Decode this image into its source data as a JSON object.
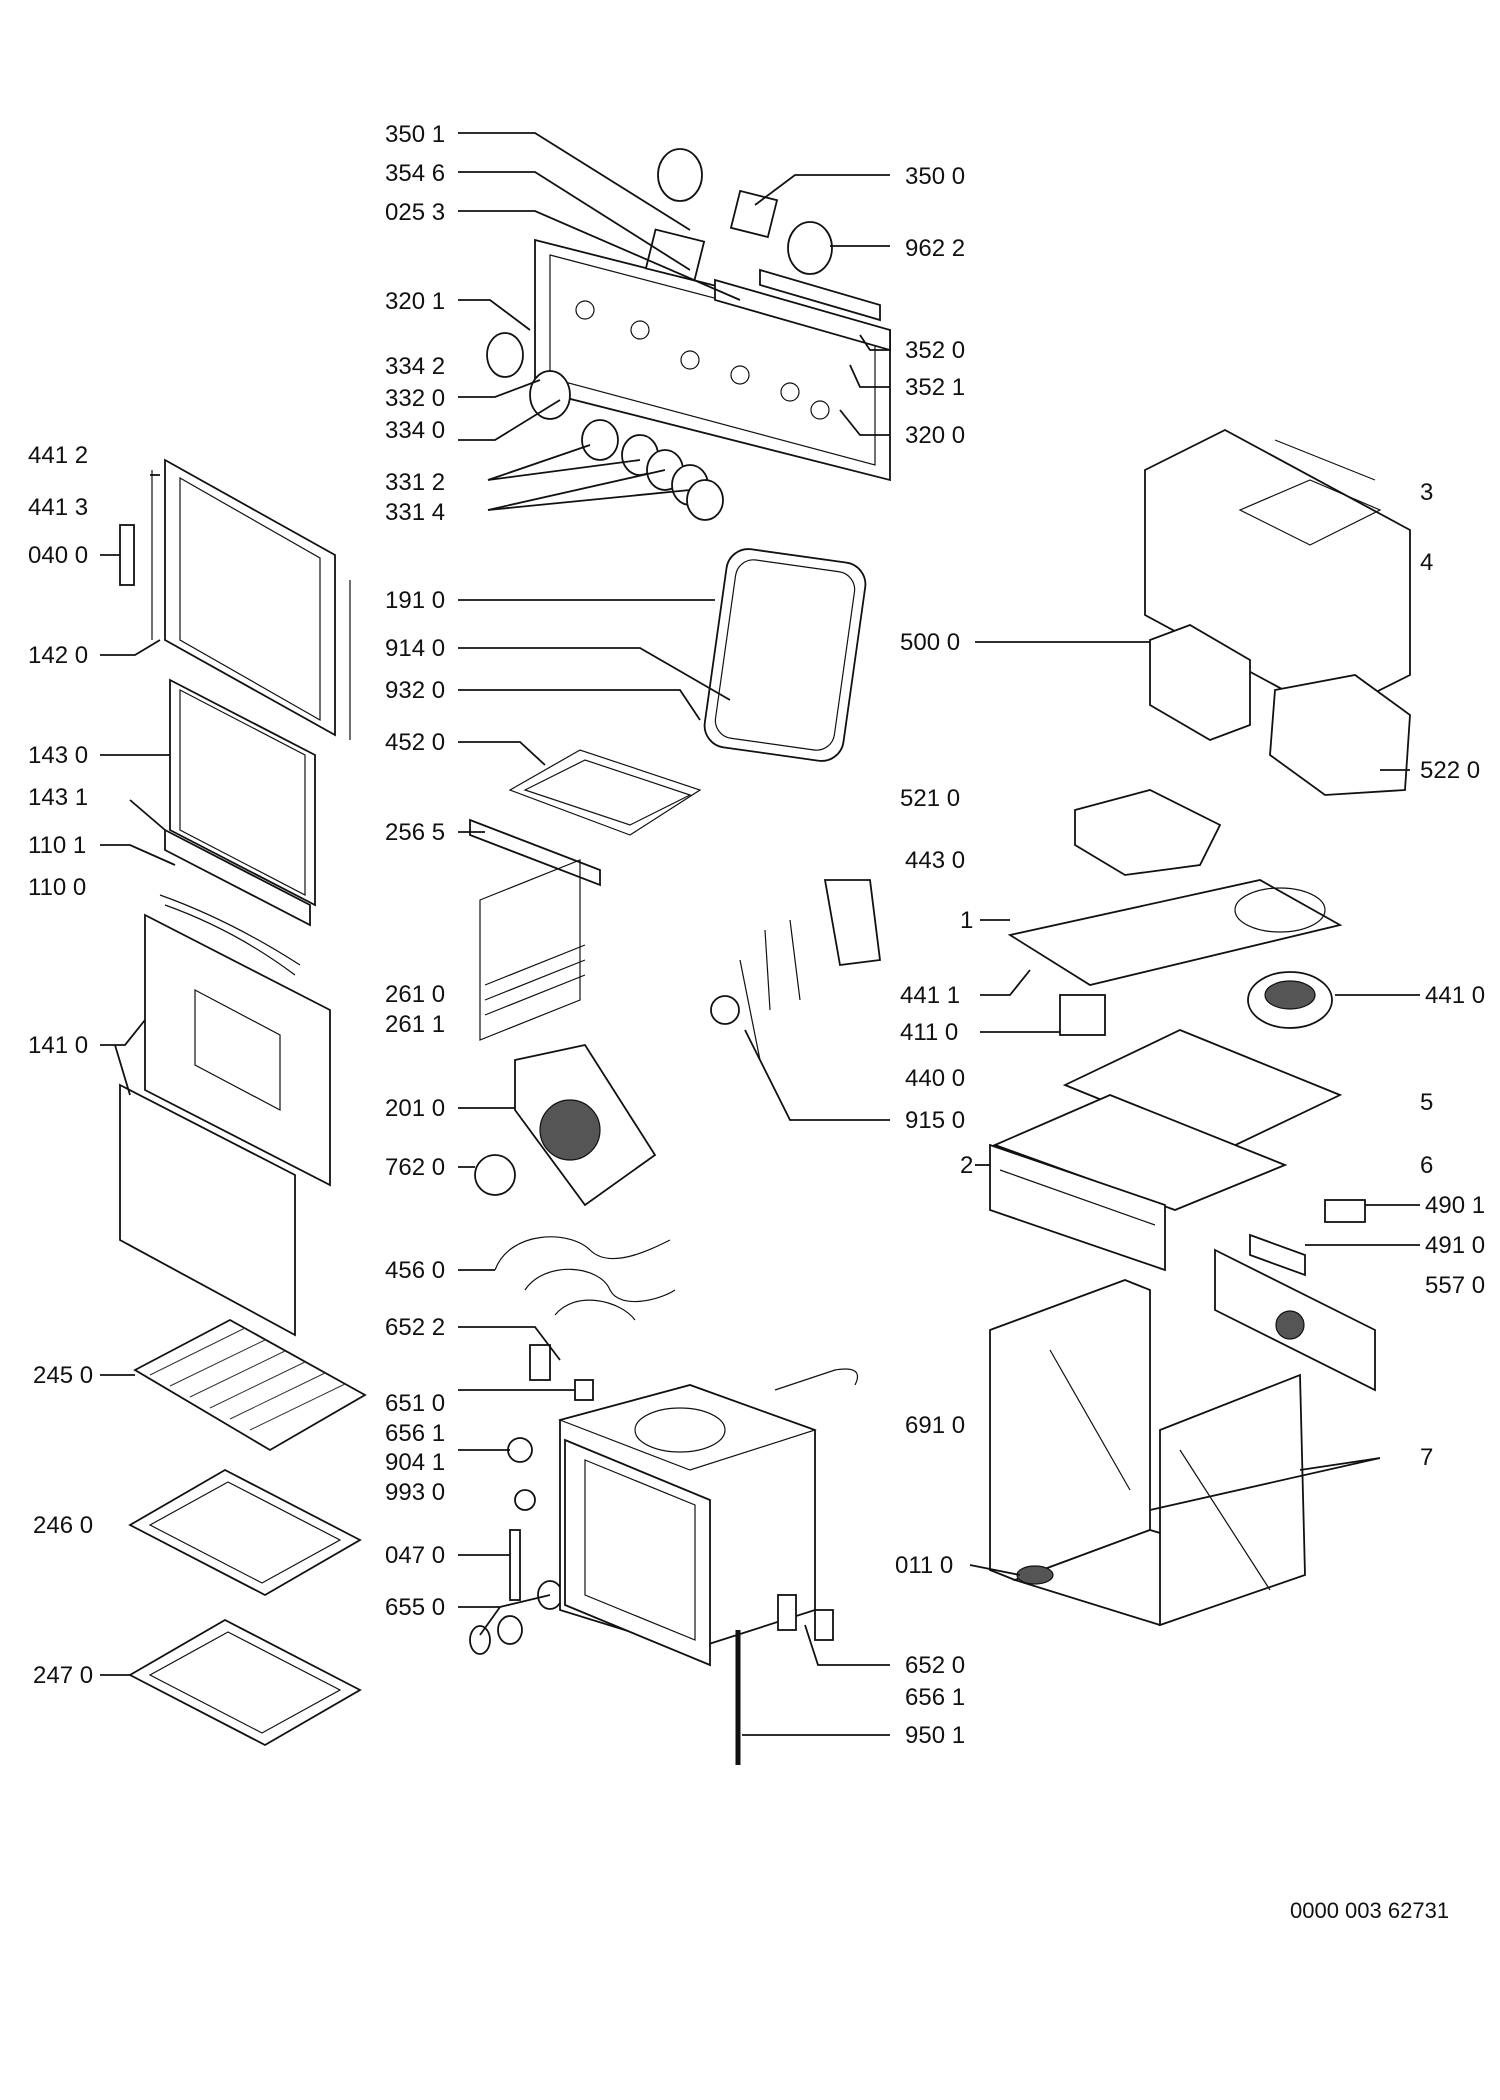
{
  "labels": {
    "p_350_1": "350 1",
    "p_354_6": "354 6",
    "p_025_3": "025 3",
    "p_350_0": "350 0",
    "p_962_2": "962 2",
    "p_320_1": "320 1",
    "p_334_2": "334 2",
    "p_332_0": "332 0",
    "p_334_0": "334 0",
    "p_352_0": "352 0",
    "p_352_1": "352 1",
    "p_320_0": "320 0",
    "p_331_2": "331 2",
    "p_331_4": "331 4",
    "p_441_2": "441 2",
    "p_441_3": "441 3",
    "p_040_0": "040 0",
    "p_142_0": "142 0",
    "p_143_0": "143 0",
    "p_143_1": "143 1",
    "p_110_1": "110 1",
    "p_110_0": "110 0",
    "p_141_0": "141 0",
    "p_245_0": "245 0",
    "p_246_0": "246 0",
    "p_247_0": "247 0",
    "p_191_0": "191 0",
    "p_914_0": "914 0",
    "p_932_0": "932 0",
    "p_452_0": "452 0",
    "p_256_5": "256 5",
    "p_261_0": "261 0",
    "p_261_1": "261 1",
    "p_201_0": "201 0",
    "p_762_0": "762 0",
    "p_456_0": "456 0",
    "p_652_2": "652 2",
    "p_651_0": "651 0",
    "p_656_1a": "656 1",
    "p_904_1": "904 1",
    "p_993_0": "993 0",
    "p_047_0": "047 0",
    "p_655_0": "655 0",
    "p_652_0": "652 0",
    "p_656_1b": "656 1",
    "p_950_1": "950 1",
    "p_3": "3",
    "p_4": "4",
    "p_500_0": "500 0",
    "p_522_0": "522 0",
    "p_521_0": "521 0",
    "p_443_0": "443 0",
    "p_1": "1",
    "p_441_1": "441 1",
    "p_441_0": "441 0",
    "p_411_0": "411 0",
    "p_440_0": "440 0",
    "p_915_0": "915 0",
    "p_5": "5",
    "p_6": "6",
    "p_2": "2",
    "p_490_1": "490 1",
    "p_491_0": "491 0",
    "p_557_0": "557 0",
    "p_691_0": "691 0",
    "p_7": "7",
    "p_011_0": "011 0"
  },
  "footer": {
    "drawing_code": "0000 003 62731"
  }
}
